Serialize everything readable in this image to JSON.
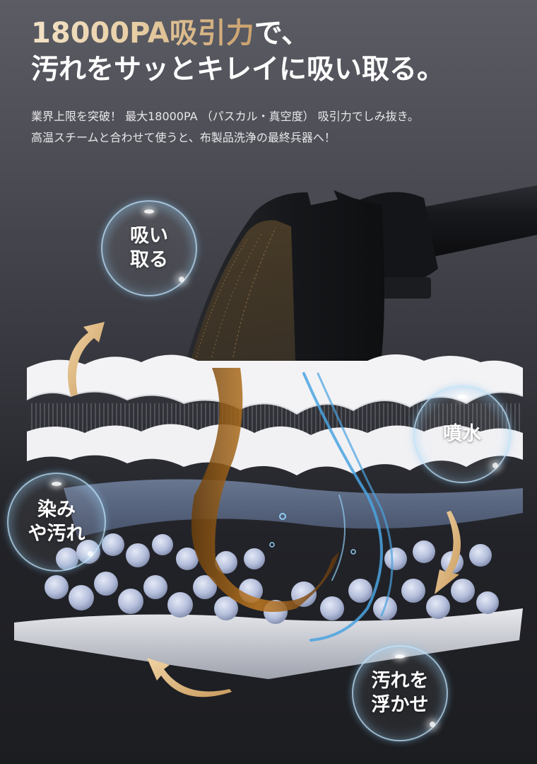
{
  "headline": {
    "line1_gold": "18000PA吸引力",
    "line1_white": "で、",
    "line2": "汚れをサッとキレイに吸い取る。"
  },
  "subtext": {
    "line1": "業界上限を突破！ 最大18000PA （パスカル・真空度） 吸引力でしみ抜き。",
    "line2": "高温スチームと合わせて使うと、布製品洗浄の最終兵器へ！"
  },
  "bubbles": [
    {
      "id": "suction",
      "label": "吸い\n取る"
    },
    {
      "id": "spray",
      "label": "噴水"
    },
    {
      "id": "stains",
      "label": "染み\nや汚れ"
    },
    {
      "id": "lift",
      "label": "汚れを\n浮かせ"
    }
  ],
  "colors": {
    "gold_light": "#f3e2c6",
    "gold_dark": "#c9a06c",
    "arrow_gold": "#e2bd86",
    "water_blue": "#4aa3e0",
    "dirt_brown": "#8a5a1c",
    "fabric_white": "#f2f2f4",
    "bead_blue": "#b7c1dc",
    "bg_top": "#5b5c64",
    "bg_bottom": "#1c1d21"
  },
  "illustration": {
    "nozzle": "spot-cleaner-nozzle",
    "layers": [
      "top-fabric",
      "mesh-fabric",
      "blue-membrane",
      "bead-layer",
      "base-pad"
    ]
  }
}
